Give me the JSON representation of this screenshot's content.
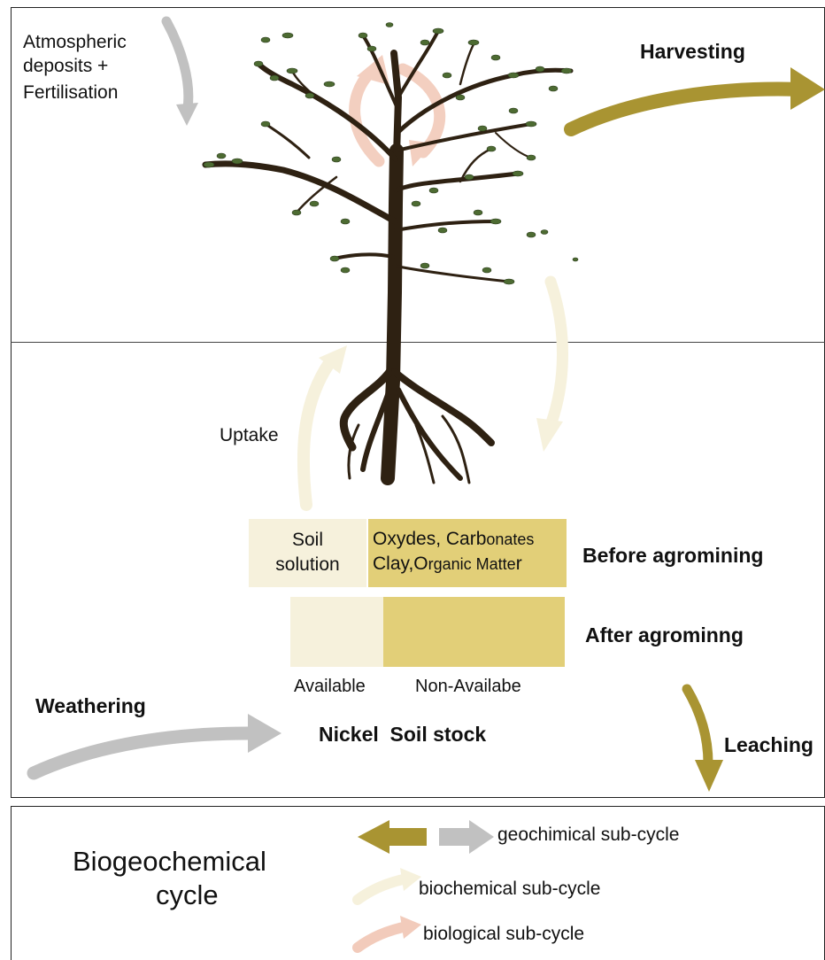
{
  "labels": {
    "atmo_line1": "Atmospheric",
    "atmo_line2": "deposits +",
    "atmo_line3": "Fertilisation",
    "harvesting": "Harvesting",
    "uptake": "Uptake",
    "soil_solution_1": "Soil",
    "soil_solution_2": "solution",
    "oxydes_a": "Oxydes",
    "oxydes_b": ", Carb",
    "oxydes_c": "onates",
    "clay_a": "Clay,",
    "clay_b": "O",
    "clay_c": "rganic Matte",
    "clay_d": "r",
    "before": "Before agromining",
    "after": "After agrominng",
    "available": "Available",
    "non_available": "Non-Availabe",
    "weathering": "Weathering",
    "nickel_stock": "Nickel  Soil stock",
    "leaching": "Leaching"
  },
  "legend": {
    "title_line1": "Biogeochemical",
    "title_line2": "cycle",
    "geo": "geochimical sub-cycle",
    "bio_chem": "biochemical sub-cycle",
    "bio": "biological sub-cycle"
  },
  "colors": {
    "olive": "#a99432",
    "grey": "#c1c1c1",
    "cream": "#f6f1dc",
    "pink": "#f2cbbb",
    "gold": "#e2cf78",
    "trunk": "#2e2112",
    "leaf": "#4d6b32"
  },
  "stacked_bars": {
    "before_agromining": {
      "available_fraction": 0.37,
      "non_available_fraction": 0.63
    },
    "after_agromining": {
      "available_fraction": 0.33,
      "non_available_fraction": 0.67
    }
  }
}
